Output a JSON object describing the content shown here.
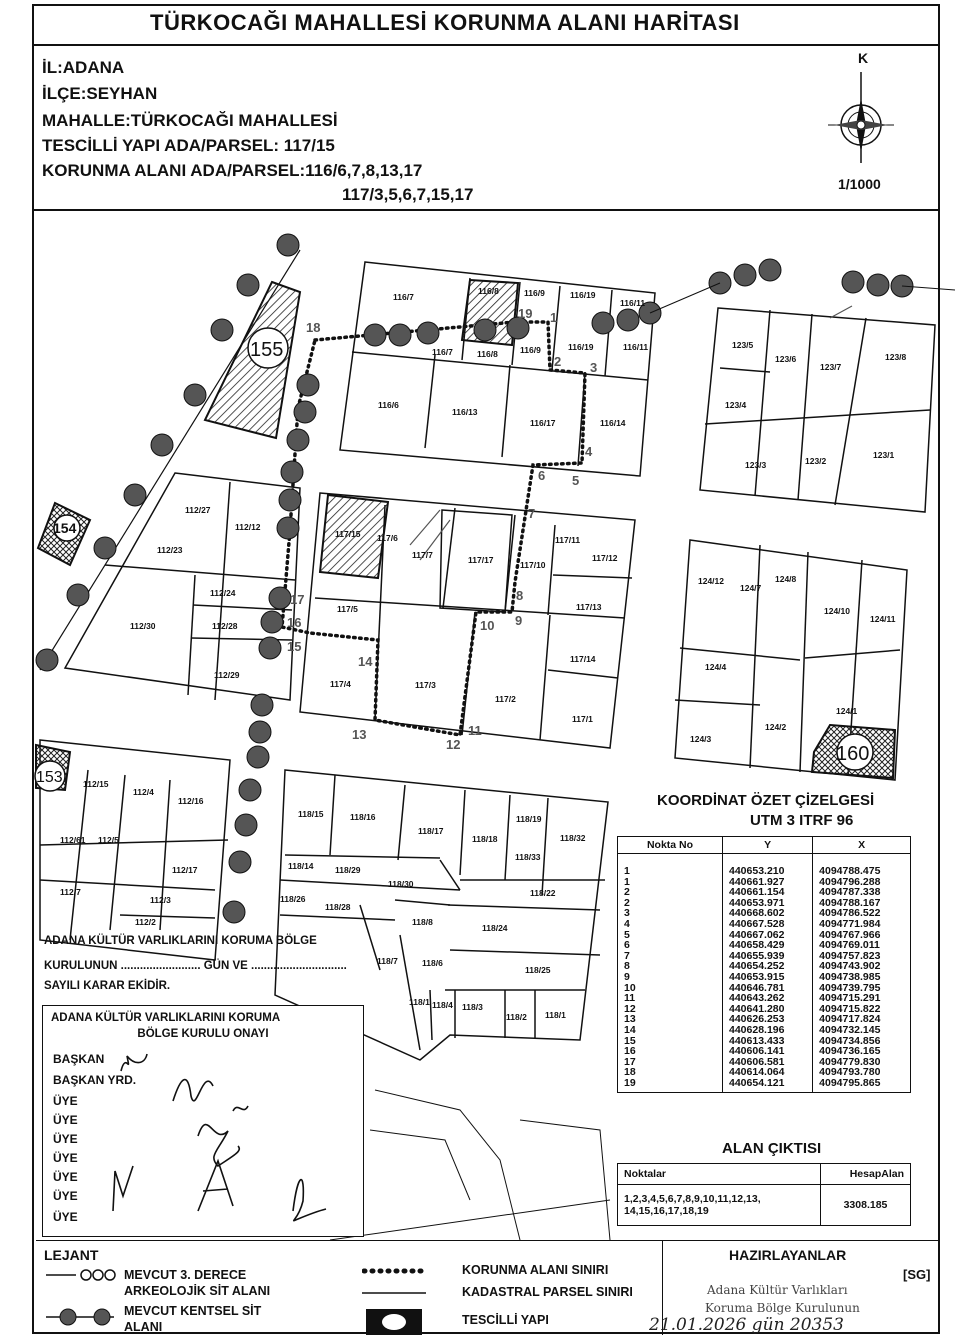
{
  "header": {
    "title": "TÜRKOCAĞI MAHALLESİ KORUNMA ALANI HARİTASI",
    "il": "İL:ADANA",
    "ilce": "İLÇE:SEYHAN",
    "mahalle": "MAHALLE:TÜRKOCAĞI MAHALLESİ",
    "tescilli": "TESCİLLİ YAPI ADA/PARSEL: 117/15",
    "korunma1": "KORUNMA ALANI ADA/PARSEL:116/6,7,8,13,17",
    "korunma2": "117/3,5,6,7,15,17",
    "north": "K",
    "scale": "1/1000"
  },
  "parcels": {
    "b116": [
      "116/7",
      "116/8",
      "116/9",
      "116/19",
      "116/11",
      "116/7",
      "116/8",
      "116/9",
      "116/19",
      "116/11",
      "116/6",
      "116/13",
      "116/17",
      "116/14"
    ],
    "b123": [
      "123/5",
      "123/6",
      "123/7",
      "123/8",
      "123/4",
      "123/3",
      "123/2",
      "123/1"
    ],
    "b112a": [
      "112/27",
      "112/12",
      "112/23",
      "112/24",
      "112/28",
      "112/30",
      "112/29"
    ],
    "b117": [
      "117/15",
      "117/6",
      "117/7",
      "117/17",
      "117/11",
      "117/12",
      "117/10",
      "117/13",
      "117/5",
      "117/14",
      "117/4",
      "117/3",
      "117/2",
      "117/1"
    ],
    "b124": [
      "124/12",
      "124/7",
      "124/8",
      "124/10",
      "124/11",
      "124/4",
      "124/1",
      "124/3",
      "124/2"
    ],
    "b112b": [
      "112/15",
      "112/4",
      "112/16",
      "112/61",
      "112/5",
      "112/17",
      "112/7",
      "112/3",
      "112/2"
    ],
    "b118": [
      "118/15",
      "118/16",
      "118/17",
      "118/19",
      "118/32",
      "118/18",
      "118/33",
      "118/14",
      "118/29",
      "118/30",
      "118/22",
      "118/26",
      "118/28",
      "118/8",
      "118/24",
      "118/7",
      "118/6",
      "118/25",
      "118/1",
      "118/4",
      "118/3",
      "118/2",
      "118/1"
    ]
  },
  "site_numbers": [
    "155",
    "154",
    "153",
    "160"
  ],
  "point_labels": [
    "18",
    "19",
    "1",
    "2",
    "3",
    "4",
    "5",
    "6",
    "7",
    "8",
    "9",
    "10",
    "11",
    "12",
    "13",
    "14",
    "15",
    "16",
    "17"
  ],
  "council_note": {
    "line1": "ADANA KÜLTÜR VARLIKLARINI KORUMA BÖLGE",
    "line2": "KURULUNUN ......................... GÜN VE ..............................",
    "line3": "SAYILI KARAR EKİDİR."
  },
  "approval": {
    "title1": "ADANA KÜLTÜR VARLIKLARINI KORUMA",
    "title2": "BÖLGE KURULU ONAYI",
    "roles": [
      "BAŞKAN",
      "BAŞKAN YRD.",
      "ÜYE",
      "ÜYE",
      "ÜYE",
      "ÜYE",
      "ÜYE",
      "ÜYE",
      "ÜYE"
    ]
  },
  "coord_table": {
    "title": "KOORDİNAT ÖZET ÇİZELGESİ",
    "subtitle": "UTM 3 ITRF 96",
    "headers": [
      "Nokta No",
      "Y",
      "X"
    ],
    "rows": [
      [
        "1",
        "440653.210",
        "4094788.475"
      ],
      [
        "1",
        "440661.927",
        "4094796.288"
      ],
      [
        "2",
        "440661.154",
        "4094787.338"
      ],
      [
        "2",
        "440653.971",
        "4094788.167"
      ],
      [
        "3",
        "440668.602",
        "4094786.522"
      ],
      [
        "4",
        "440667.528",
        "4094771.984"
      ],
      [
        "5",
        "440667.062",
        "4094767.966"
      ],
      [
        "6",
        "440658.429",
        "4094769.011"
      ],
      [
        "7",
        "440655.939",
        "4094757.823"
      ],
      [
        "8",
        "440654.252",
        "4094743.902"
      ],
      [
        "9",
        "440653.915",
        "4094738.985"
      ],
      [
        "10",
        "440646.781",
        "4094739.795"
      ],
      [
        "11",
        "440643.262",
        "4094715.291"
      ],
      [
        "12",
        "440641.280",
        "4094715.822"
      ],
      [
        "13",
        "440626.253",
        "4094717.824"
      ],
      [
        "14",
        "440628.196",
        "4094732.145"
      ],
      [
        "15",
        "440613.433",
        "4094734.856"
      ],
      [
        "16",
        "440606.141",
        "4094736.165"
      ],
      [
        "17",
        "440606.581",
        "4094779.830"
      ],
      [
        "18",
        "440614.064",
        "4094793.780"
      ],
      [
        "19",
        "440654.121",
        "4094795.865"
      ]
    ]
  },
  "area_table": {
    "title": "ALAN ÇIKTISI",
    "headers": [
      "Noktalar",
      "HesapAlan"
    ],
    "points": "1,2,3,4,5,6,7,8,9,10,11,12,13, 14,15,16,17,18,19",
    "area": "3308.185"
  },
  "legend": {
    "title": "LEJANT",
    "item1": "MEVCUT 3. DERECE ARKEOLOJİK SİT ALANI",
    "item2": "MEVCUT KENTSEL SİT ALANI",
    "item3": "KORUNMA ALANI SINIRI",
    "item4": "KADASTRAL PARSEL SINIRI",
    "item5": "TESCİLLİ YAPI"
  },
  "preparers": {
    "title": "HAZIRLAYANLAR",
    "tag": "[SG]",
    "stamp1": "Adana Kültür Varlıkları",
    "stamp2": "Koruma Bölge Kurulunun",
    "stamp3": "21.01.2026 gün 20353"
  },
  "colors": {
    "ink": "#111111",
    "dot_fill": "#555555",
    "hatch": "#222222"
  }
}
